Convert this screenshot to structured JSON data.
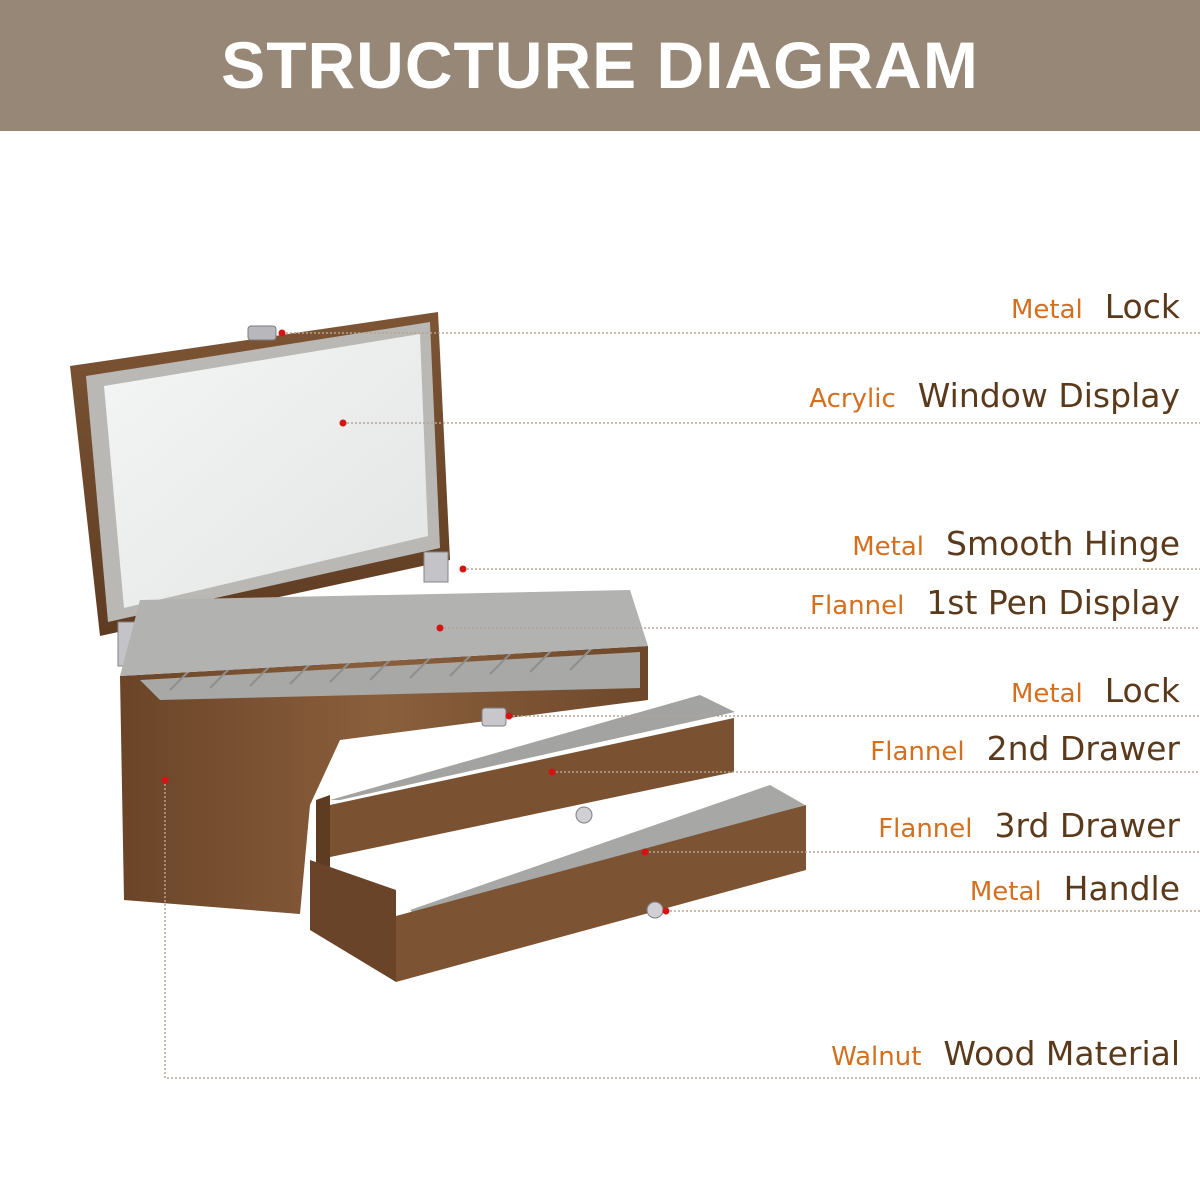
{
  "title": "STRUCTURE DIAGRAM",
  "colors": {
    "banner": "#978777",
    "material_text": "#d46f1f",
    "part_text": "#5b3a1c",
    "marker": "#d41414",
    "wood": "#7a5232",
    "flannel": "#a9a9a7"
  },
  "labels": [
    {
      "material": "Metal",
      "part": "Lock"
    },
    {
      "material": "Acrylic",
      "part": "Window Display"
    },
    {
      "material": "Metal",
      "part": "Smooth Hinge"
    },
    {
      "material": "Flannel",
      "part": "1st Pen Display"
    },
    {
      "material": "Metal",
      "part": "Lock"
    },
    {
      "material": "Flannel",
      "part": "2nd Drawer"
    },
    {
      "material": "Flannel",
      "part": "3rd Drawer"
    },
    {
      "material": "Metal",
      "part": "Handle"
    },
    {
      "material": "Walnut",
      "part": "Wood Material"
    }
  ]
}
